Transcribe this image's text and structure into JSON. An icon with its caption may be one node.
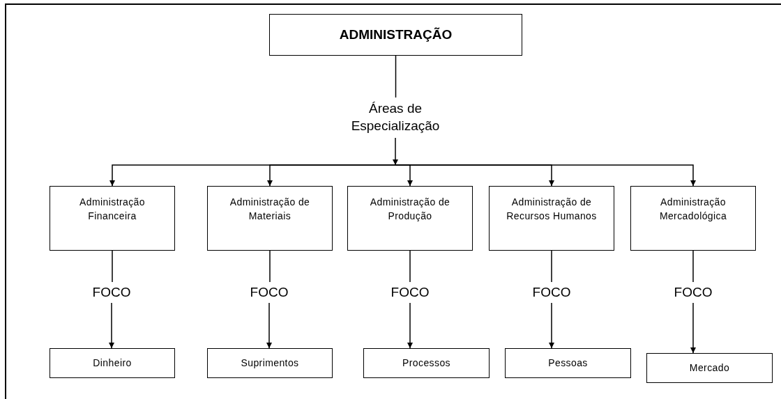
{
  "diagram": {
    "nodes": [
      {
        "text": [
          "ADMINISTRAÇÃO"
        ]
      },
      {
        "text": [
          "Áreas de Especialização"
        ]
      },
      {
        "text": [
          "Administração Financeira"
        ]
      },
      {
        "text": [
          "Administração de Materiais"
        ]
      },
      {
        "text": [
          "Administração de Produção"
        ]
      },
      {
        "text": [
          "Administração de Recursos Humanos"
        ]
      },
      {
        "text": [
          "Administração Mercadológica"
        ]
      },
      {
        "text": [
          "FOCO"
        ]
      },
      {
        "text": [
          "FOCO"
        ]
      },
      {
        "text": [
          "FOCO"
        ]
      },
      {
        "text": [
          "FOCO"
        ]
      },
      {
        "text": [
          "FOCO"
        ]
      },
      {
        "text": [
          "Dinheiro"
        ]
      },
      {
        "text": [
          "Suprimentos"
        ]
      },
      {
        "text": [
          "Processos"
        ]
      },
      {
        "text": [
          "Pessoas"
        ]
      },
      {
        "text": [
          "Mercado"
        ]
      }
    ],
    "edges": [
      {
        "from": 0,
        "to": 1,
        "arrow": "none"
      },
      {
        "from": 1,
        "to": 2,
        "arrow": "to"
      },
      {
        "from": 1,
        "to": 3,
        "arrow": "to"
      },
      {
        "from": 1,
        "to": 4,
        "arrow": "to"
      },
      {
        "from": 1,
        "to": 5,
        "arrow": "to"
      },
      {
        "from": 1,
        "to": 6,
        "arrow": "to"
      },
      {
        "from": 2,
        "to": 7,
        "arrow": "none"
      },
      {
        "from": 3,
        "to": 8,
        "arrow": "none"
      },
      {
        "from": 4,
        "to": 9,
        "arrow": "none"
      },
      {
        "from": 5,
        "to": 10,
        "arrow": "none"
      },
      {
        "from": 6,
        "to": 11,
        "arrow": "none"
      },
      {
        "from": 7,
        "to": 12,
        "arrow": "to"
      },
      {
        "from": 8,
        "to": 13,
        "arrow": "to"
      },
      {
        "from": 9,
        "to": 14,
        "arrow": "to"
      },
      {
        "from": 10,
        "to": 15,
        "arrow": "to"
      },
      {
        "from": 11,
        "to": 16,
        "arrow": "to"
      }
    ]
  }
}
